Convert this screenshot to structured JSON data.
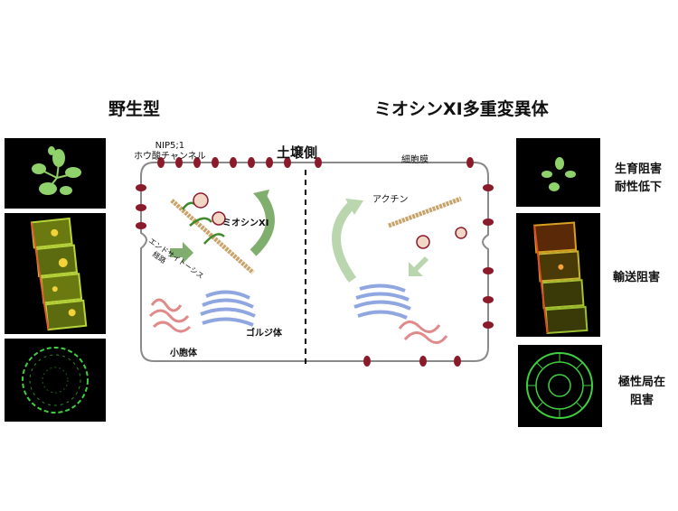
{
  "titles": {
    "wild_type": "野生型",
    "mutant": "ミオシンXI多重変異体"
  },
  "diagram": {
    "soil_side": "土壌側",
    "nip_line1": "NIP5;1",
    "nip_line2": "ホウ酸チャンネル",
    "cell_membrane": "細胞膜",
    "myosin": "ミオシンXI",
    "actin": "アクチン",
    "endocytosis_line1": "エンドサイトーシス",
    "endocytosis_line2": "経路",
    "golgi": "ゴルジ体",
    "vesicle": "小胞体"
  },
  "phenotypes": {
    "growth_line1": "生育阻害",
    "growth_line2": "耐性低下",
    "transport": "輸送阻害",
    "polarity_line1": "極性局在",
    "polarity_line2": "阻害"
  },
  "colors": {
    "nip_channel": "#8b1a2b",
    "golgi": "#8fa6e0",
    "er": "#e08a8a",
    "actin": "#c9a46a",
    "myosin": "#3d8a2c",
    "arrow_green": "#7fae6e"
  }
}
